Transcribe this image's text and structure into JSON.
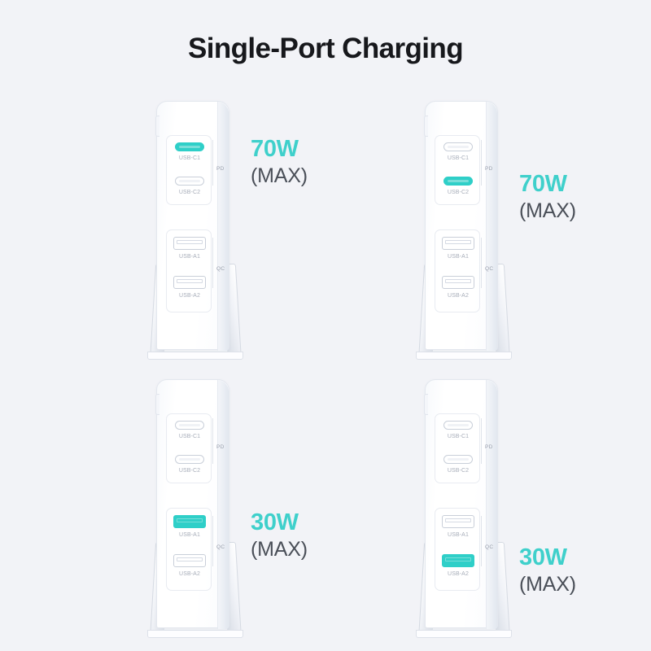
{
  "page": {
    "title": "Single-Port Charging",
    "background_color": "#f2f3f7"
  },
  "colors": {
    "accent": "#2fcfc8",
    "accent_light": "#79ded9",
    "watt_text": "#3fd0cb",
    "max_text": "#4a4f58",
    "title_text": "#17181c",
    "port_label": "#a7adb9"
  },
  "figures": [
    {
      "id": "figure-0",
      "active_port": "USB-C1",
      "callout": {
        "watt": "70W",
        "max": "(MAX)"
      },
      "ports": [
        {
          "name": "USB-C1",
          "type": "usb-c",
          "active": true
        },
        {
          "name": "USB-C2",
          "type": "usb-c",
          "active": false
        },
        {
          "name": "USB-A1",
          "type": "usb-a",
          "active": false
        },
        {
          "name": "USB-A2",
          "type": "usb-a",
          "active": false
        }
      ],
      "markers": {
        "pd": "PD",
        "qc": "QC"
      }
    },
    {
      "id": "figure-1",
      "active_port": "USB-C2",
      "callout": {
        "watt": "70W",
        "max": "(MAX)"
      },
      "ports": [
        {
          "name": "USB-C1",
          "type": "usb-c",
          "active": false
        },
        {
          "name": "USB-C2",
          "type": "usb-c",
          "active": true
        },
        {
          "name": "USB-A1",
          "type": "usb-a",
          "active": false
        },
        {
          "name": "USB-A2",
          "type": "usb-a",
          "active": false
        }
      ],
      "markers": {
        "pd": "PD",
        "qc": "QC"
      }
    },
    {
      "id": "figure-2",
      "active_port": "USB-A1",
      "callout": {
        "watt": "30W",
        "max": "(MAX)"
      },
      "ports": [
        {
          "name": "USB-C1",
          "type": "usb-c",
          "active": false
        },
        {
          "name": "USB-C2",
          "type": "usb-c",
          "active": false
        },
        {
          "name": "USB-A1",
          "type": "usb-a",
          "active": true
        },
        {
          "name": "USB-A2",
          "type": "usb-a",
          "active": false
        }
      ],
      "markers": {
        "pd": "PD",
        "qc": "QC"
      }
    },
    {
      "id": "figure-3",
      "active_port": "USB-A2",
      "callout": {
        "watt": "30W",
        "max": "(MAX)"
      },
      "ports": [
        {
          "name": "USB-C1",
          "type": "usb-c",
          "active": false
        },
        {
          "name": "USB-C2",
          "type": "usb-c",
          "active": false
        },
        {
          "name": "USB-A1",
          "type": "usb-a",
          "active": false
        },
        {
          "name": "USB-A2",
          "type": "usb-a",
          "active": true
        }
      ],
      "markers": {
        "pd": "PD",
        "qc": "QC"
      }
    }
  ]
}
